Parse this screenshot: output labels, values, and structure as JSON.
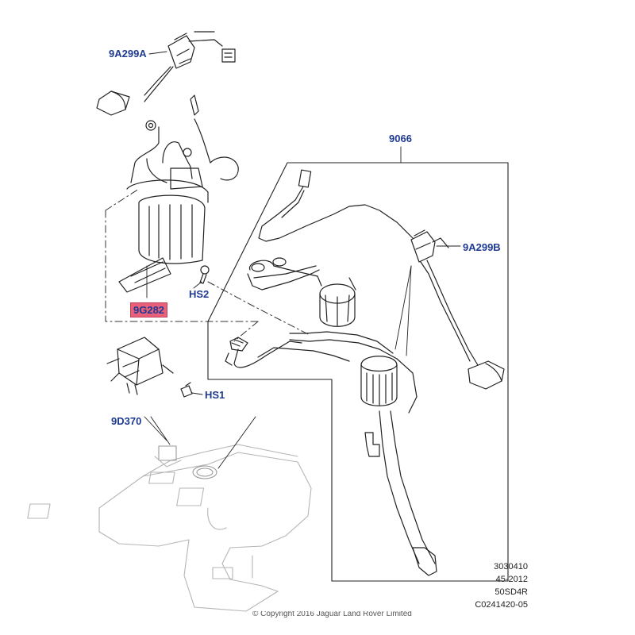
{
  "callouts": {
    "c1": "9A299A",
    "c2": "9066",
    "c3": "9A299B",
    "c4": "HS2",
    "c5": "9G282",
    "c6": "HS1",
    "c7": "9D370"
  },
  "highlight_color": "#e8607a",
  "callout_color": "#1f3a93",
  "reference": {
    "line1": "3030410",
    "line2": "45-2012",
    "line3": "50SD4R",
    "line4": "C0241420-05"
  },
  "copyright": "© Copyright 2016 Jaguar Land Rover Limited"
}
